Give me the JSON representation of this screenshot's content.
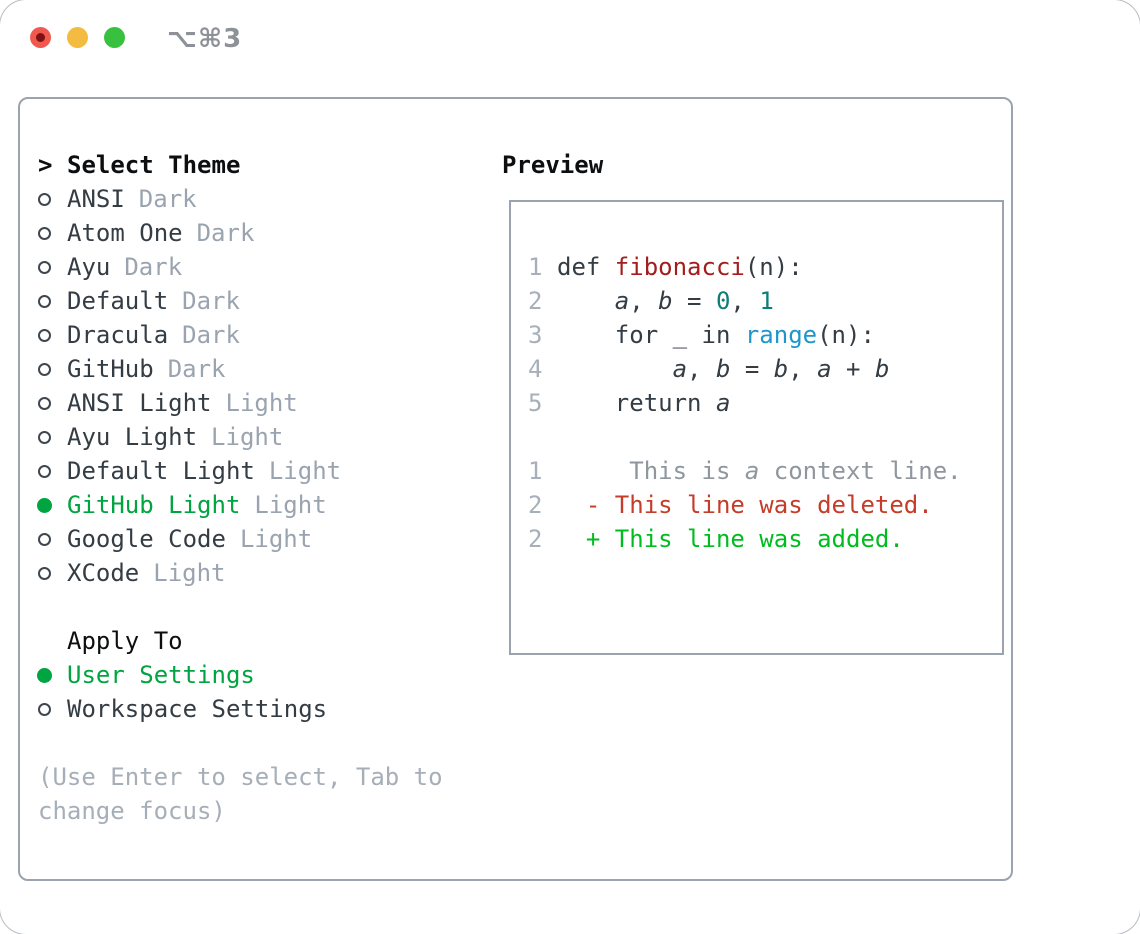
{
  "titlebar": {
    "title": "⌥⌘3"
  },
  "theme_list": {
    "header_prefix": ">",
    "header": "Select Theme",
    "items": [
      {
        "name": "ANSI",
        "variant": "Dark",
        "selected": false
      },
      {
        "name": "Atom One",
        "variant": "Dark",
        "selected": false
      },
      {
        "name": "Ayu",
        "variant": "Dark",
        "selected": false
      },
      {
        "name": "Default",
        "variant": "Dark",
        "selected": false
      },
      {
        "name": "Dracula",
        "variant": "Dark",
        "selected": false
      },
      {
        "name": "GitHub",
        "variant": "Dark",
        "selected": false
      },
      {
        "name": "ANSI Light",
        "variant": "Light",
        "selected": false
      },
      {
        "name": "Ayu Light",
        "variant": "Light",
        "selected": false
      },
      {
        "name": "Default Light",
        "variant": "Light",
        "selected": false
      },
      {
        "name": "GitHub Light",
        "variant": "Light",
        "selected": true
      },
      {
        "name": "Google Code",
        "variant": "Light",
        "selected": false
      },
      {
        "name": "XCode",
        "variant": "Light",
        "selected": false
      }
    ]
  },
  "apply_to": {
    "header": "Apply To",
    "options": [
      {
        "label": "User Settings",
        "selected": true
      },
      {
        "label": "Workspace Settings",
        "selected": false
      }
    ]
  },
  "hint": "(Use Enter to select, Tab to change focus)",
  "preview": {
    "header": "Preview",
    "code": [
      {
        "num": "1",
        "t0": "def ",
        "t1": "fibonacci",
        "t2": "(n):"
      },
      {
        "num": "2",
        "t0": "    ",
        "t1": "a",
        "t2": ", ",
        "t3": "b",
        "t4": " = ",
        "t5": "0",
        "t6": ", ",
        "t7": "1"
      },
      {
        "num": "3",
        "t0": "    for _ in ",
        "t1": "range",
        "t2": "(n):"
      },
      {
        "num": "4",
        "t0": "        ",
        "t1": "a",
        "t2": ", ",
        "t3": "b",
        "t4": " = ",
        "t5": "b",
        "t6": ", ",
        "t7": "a",
        "t8": " + ",
        "t9": "b"
      },
      {
        "num": "5",
        "t0": "    return ",
        "t1": "a"
      }
    ],
    "diff": [
      {
        "num": "1",
        "t0": "     This is ",
        "t1": "a",
        "t2": " context line."
      },
      {
        "num": "2",
        "t0": "  ",
        "t1": "- This line was deleted."
      },
      {
        "num": "2",
        "t0": "  ",
        "t1": "+ This line was added."
      }
    ]
  },
  "colors": {
    "selection_green": "#00a440",
    "added_green": "#00bd1f",
    "deleted_red": "#c33d28",
    "function_red": "#a31d1d",
    "number_teal": "#0d7d78",
    "builtin_blue": "#1e96cc",
    "muted_gray": "#9aa4b0",
    "border_gray": "#9aa3ae",
    "traffic_red": "#f0594f",
    "traffic_yellow": "#f3bb40",
    "traffic_green": "#38c13e"
  }
}
